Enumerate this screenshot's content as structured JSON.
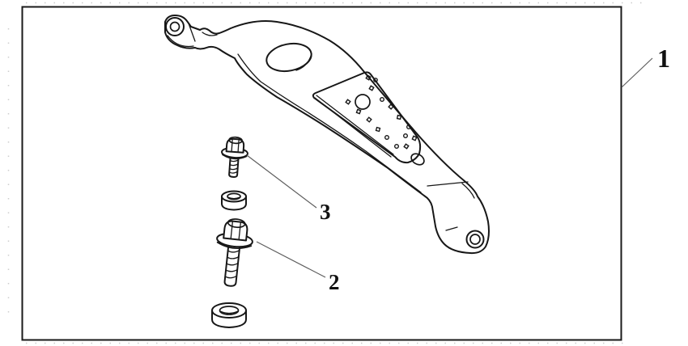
{
  "figure": {
    "kind": "exploded-parts-line-diagram",
    "background": "#ffffff"
  },
  "colors": {
    "line": "#171717",
    "leader": "#5e5e5e",
    "label": "#111111",
    "background": "#ffffff"
  },
  "callouts": [
    {
      "label": "1",
      "part": "curved-mounting-bracket"
    },
    {
      "label": "2",
      "part": "flange-bolt-large"
    },
    {
      "label": "3",
      "part": "flange-bolt-small"
    }
  ]
}
